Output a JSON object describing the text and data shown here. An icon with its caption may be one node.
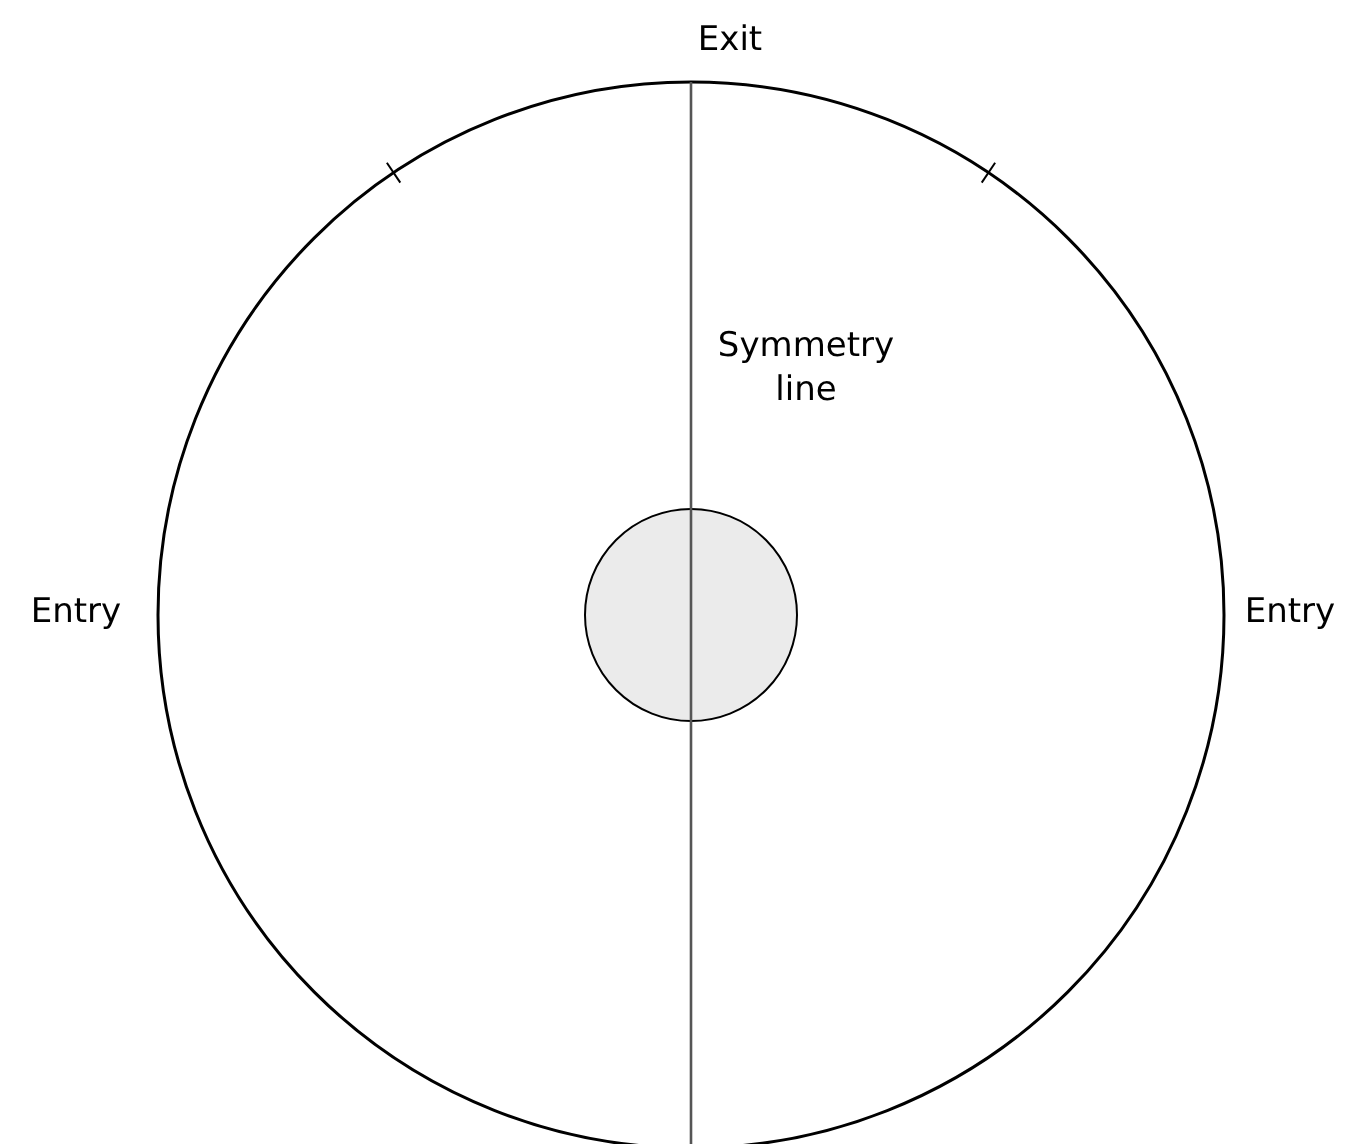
{
  "diagram": {
    "labels": [
      "Exit",
      "Symmetry line",
      "Entry",
      "Entry"
    ]
  }
}
